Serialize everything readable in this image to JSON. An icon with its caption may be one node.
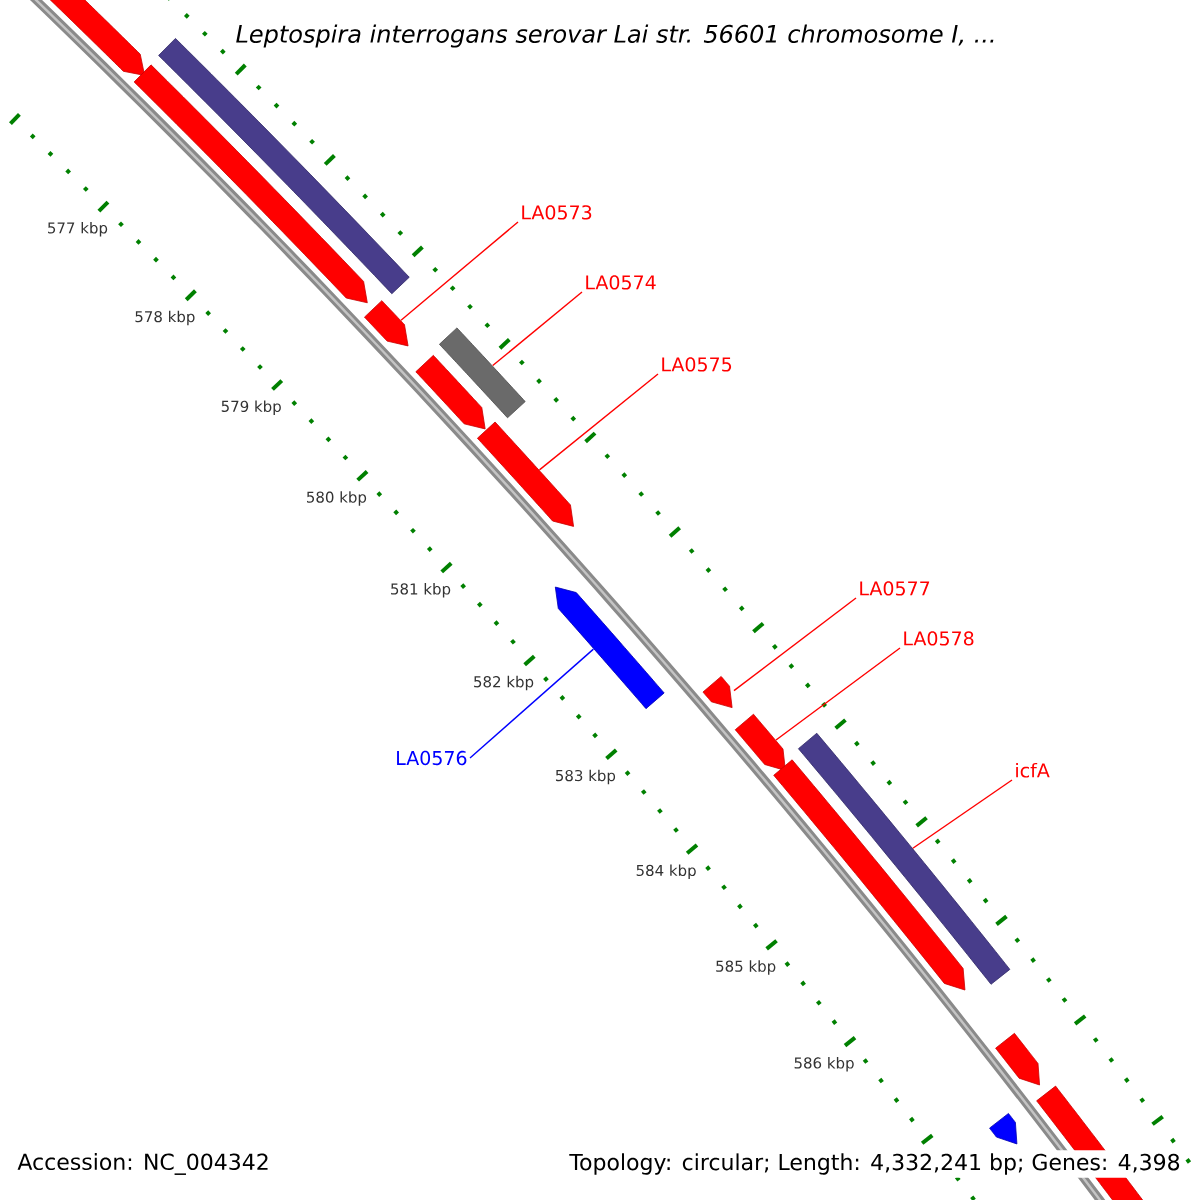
{
  "diagram": {
    "title": "Leptospira interrogans serovar Lai str. 56601 chromosome I, ...",
    "nodes": [
      {
        "text": [
          "LA0573"
        ]
      },
      {
        "text": [
          "LA0574"
        ]
      },
      {
        "text": [
          "LA0575"
        ]
      },
      {
        "text": [
          "LA0577"
        ]
      },
      {
        "text": [
          "LA0578"
        ]
      },
      {
        "text": [
          "icfA"
        ]
      },
      {
        "text": [
          "LA0576"
        ]
      },
      {
        "text": [],
        "shape": "arrow"
      },
      {
        "text": [],
        "shape": "bar"
      },
      {
        "text": [],
        "shape": "arrow"
      },
      {
        "text": [],
        "shape": "arrow"
      },
      {
        "text": [],
        "shape": "arrow"
      },
      {
        "text": [],
        "shape": "bar"
      },
      {
        "text": [],
        "shape": "arrow"
      },
      {
        "text": [],
        "shape": "arrow"
      },
      {
        "text": [],
        "shape": "arrow"
      },
      {
        "text": [],
        "shape": "arrow"
      },
      {
        "text": [],
        "shape": "bar"
      },
      {
        "text": [],
        "shape": "arrow"
      },
      {
        "text": [],
        "shape": "arrow"
      },
      {
        "text": [],
        "shape": "arrow"
      },
      {
        "text": [],
        "shape": "arrow"
      }
    ],
    "edges": [
      {
        "from": 0,
        "to": 10,
        "arrow": "none"
      },
      {
        "from": 1,
        "to": 12,
        "arrow": "none"
      },
      {
        "from": 2,
        "to": 13,
        "arrow": "none"
      },
      {
        "from": 3,
        "to": 15,
        "arrow": "none"
      },
      {
        "from": 4,
        "to": 16,
        "arrow": "none"
      },
      {
        "from": 5,
        "to": 17,
        "arrow": "none"
      },
      {
        "from": 6,
        "to": 14,
        "arrow": "none",
        "color": "#0000ff"
      }
    ],
    "labels": [
      "577 kbp",
      "578 kbp",
      "579 kbp",
      "580 kbp",
      "581 kbp",
      "582 kbp",
      "583 kbp",
      "584 kbp",
      "585 kbp",
      "586 kbp",
      "Accession: NC_004342",
      "Topology: circular; Length: 4,332,241 bp; Genes: 4,398"
    ]
  }
}
